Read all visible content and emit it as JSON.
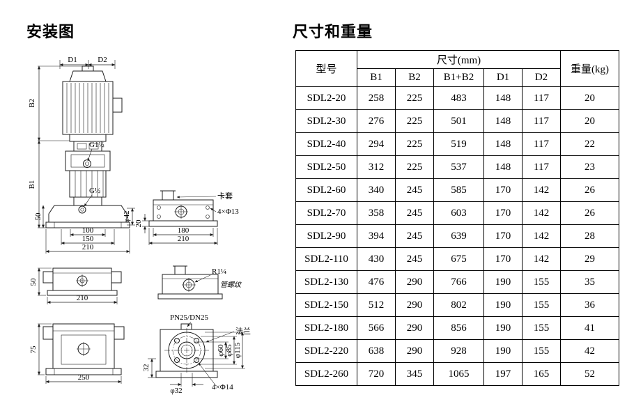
{
  "titles": {
    "left": "安装图",
    "right": "尺寸和重量"
  },
  "table": {
    "col_model": "型号",
    "col_dims": "尺寸(mm)",
    "col_weight": "重量(kg)",
    "dim_headers": [
      "B1",
      "B2",
      "B1+B2",
      "D1",
      "D2"
    ],
    "rows": [
      [
        "SDL2-20",
        "258",
        "225",
        "483",
        "148",
        "117",
        "20"
      ],
      [
        "SDL2-30",
        "276",
        "225",
        "501",
        "148",
        "117",
        "20"
      ],
      [
        "SDL2-40",
        "294",
        "225",
        "519",
        "148",
        "117",
        "22"
      ],
      [
        "SDL2-50",
        "312",
        "225",
        "537",
        "148",
        "117",
        "23"
      ],
      [
        "SDL2-60",
        "340",
        "245",
        "585",
        "170",
        "142",
        "26"
      ],
      [
        "SDL2-70",
        "358",
        "245",
        "603",
        "170",
        "142",
        "26"
      ],
      [
        "SDL2-90",
        "394",
        "245",
        "639",
        "170",
        "142",
        "28"
      ],
      [
        "SDL2-110",
        "430",
        "245",
        "675",
        "170",
        "142",
        "29"
      ],
      [
        "SDL2-130",
        "476",
        "290",
        "766",
        "190",
        "155",
        "35"
      ],
      [
        "SDL2-150",
        "512",
        "290",
        "802",
        "190",
        "155",
        "36"
      ],
      [
        "SDL2-180",
        "566",
        "290",
        "856",
        "190",
        "155",
        "41"
      ],
      [
        "SDL2-220",
        "638",
        "290",
        "928",
        "190",
        "155",
        "42"
      ],
      [
        "SDL2-260",
        "720",
        "345",
        "1065",
        "197",
        "165",
        "52"
      ]
    ]
  },
  "drawing": {
    "dim_d1": "D1",
    "dim_d2": "D2",
    "dim_b1": "B1",
    "dim_b2": "B2",
    "port_top": "G1½",
    "port_bottom": "G½",
    "dim_50_base": "50",
    "dim_100": "100",
    "dim_150": "150",
    "dim_210_main": "210",
    "dim_phi42": "φ42",
    "label_clamp": "卡套",
    "holes_13": "4×Φ13",
    "dim_20": "20",
    "dim_180": "180",
    "dim_210_clamp": "210",
    "dim_50_side": "50",
    "dim_210_side": "210",
    "thread_r": "R1¼",
    "label_pipe_thread": "管螺纹",
    "dim_75": "75",
    "dim_250": "250",
    "label_pn": "PN25/DN25",
    "label_flange": "法兰",
    "dim_32": "32",
    "dim_phi32": "φ32",
    "holes_14": "4×Φ14",
    "dim_phi60": "φ60",
    "dim_phi85": "φ85",
    "dim_phi115": "φ115"
  }
}
